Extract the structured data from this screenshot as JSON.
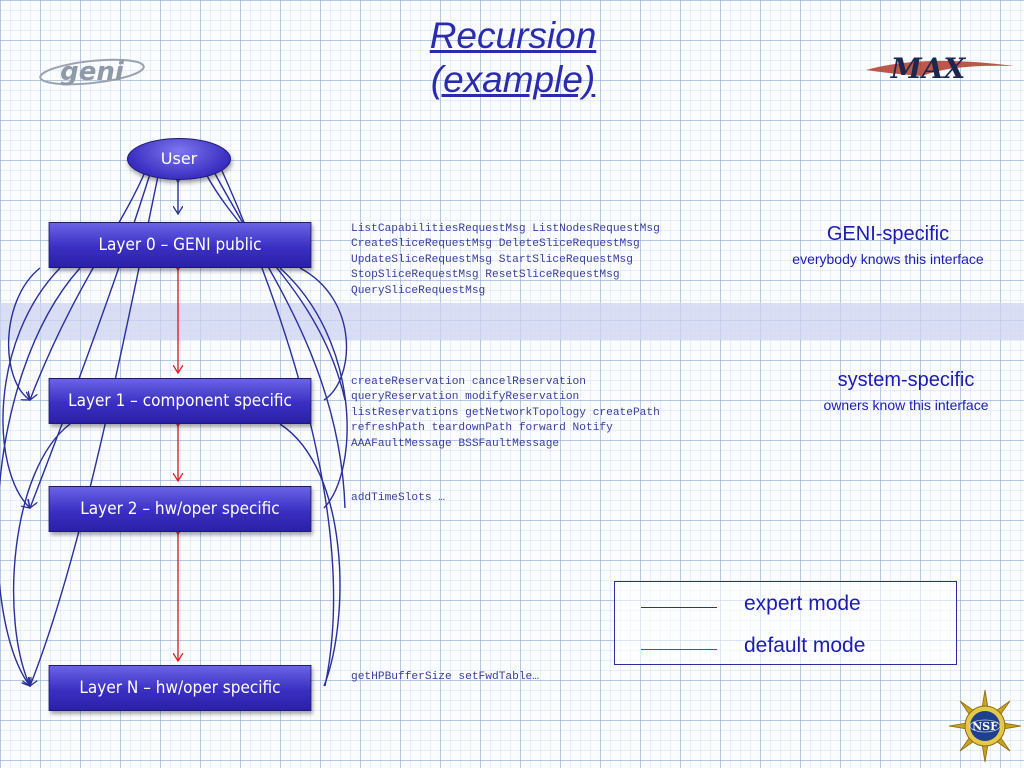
{
  "title": {
    "line1": "Recursion",
    "line2": "(example)"
  },
  "logos": {
    "left": "geni",
    "right": "MAX",
    "bottom": "NSF"
  },
  "user_label": "User",
  "layers": [
    "Layer 0 – GENI public",
    "Layer 1 – component specific",
    "Layer 2 – hw/oper specific",
    "Layer N – hw/oper specific"
  ],
  "messages": {
    "layer0": "ListCapabilitiesRequestMsg ListNodesRequestMsg\nCreateSliceRequestMsg DeleteSliceRequestMsg\nUpdateSliceRequestMsg StartSliceRequestMsg\nStopSliceRequestMsg ResetSliceRequestMsg\nQuerySliceRequestMsg",
    "layer1": "createReservation cancelReservation\nqueryReservation modifyReservation\nlistReservations getNetworkTopology createPath\nrefreshPath teardownPath forward Notify\nAAAFaultMessage BSSFaultMessage",
    "layer2": "addTimeSlots …",
    "layerN": "getHPBufferSize setFwdTable…"
  },
  "annotations": {
    "geni_title": "GENI-specific",
    "geni_sub": "everybody knows this interface",
    "system_title": "system-specific",
    "system_sub": "owners know this interface"
  },
  "legend": {
    "expert": "expert mode",
    "default": "default mode"
  },
  "colors": {
    "expert_line": "#2a2f9a",
    "default_line": "#e0202a",
    "title": "#2b2bb0",
    "layer_fill": "#3a2fc2"
  }
}
